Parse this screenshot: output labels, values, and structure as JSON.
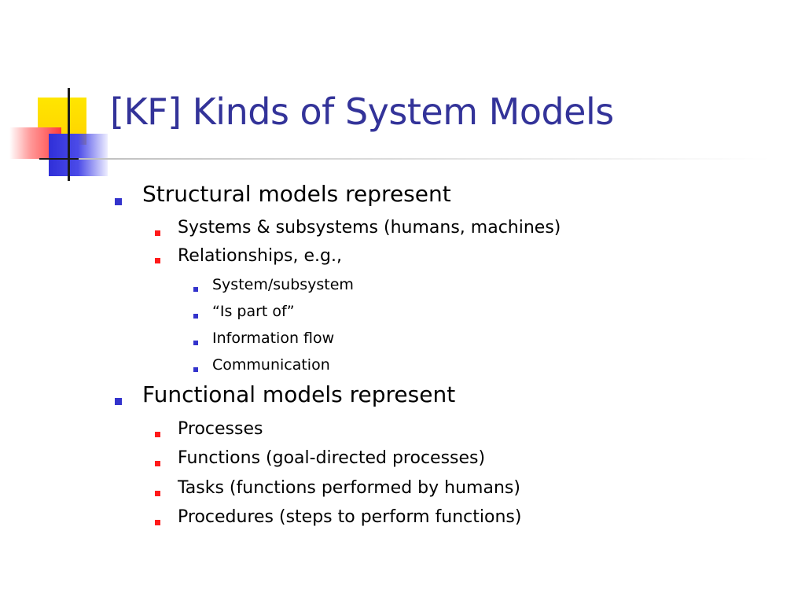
{
  "title": "[KF] Kinds of System Models",
  "colors": {
    "title": "#333399",
    "bullet_level1": "#3333cc",
    "bullet_level2": "#ff1a1a",
    "bullet_level3": "#3333cc"
  },
  "bullets": {
    "structural": {
      "label": "Structural models represent",
      "sub": {
        "systems": "Systems & subsystems (humans, machines)",
        "relationships": "Relationships, e.g.,",
        "rel_items": [
          "System/subsystem",
          "“Is part of”",
          "Information flow",
          "Communication"
        ]
      }
    },
    "functional": {
      "label": "Functional models represent",
      "sub": [
        "Processes",
        "Functions (goal-directed processes)",
        "Tasks (functions performed by humans)",
        "Procedures (steps to perform functions)"
      ]
    }
  }
}
